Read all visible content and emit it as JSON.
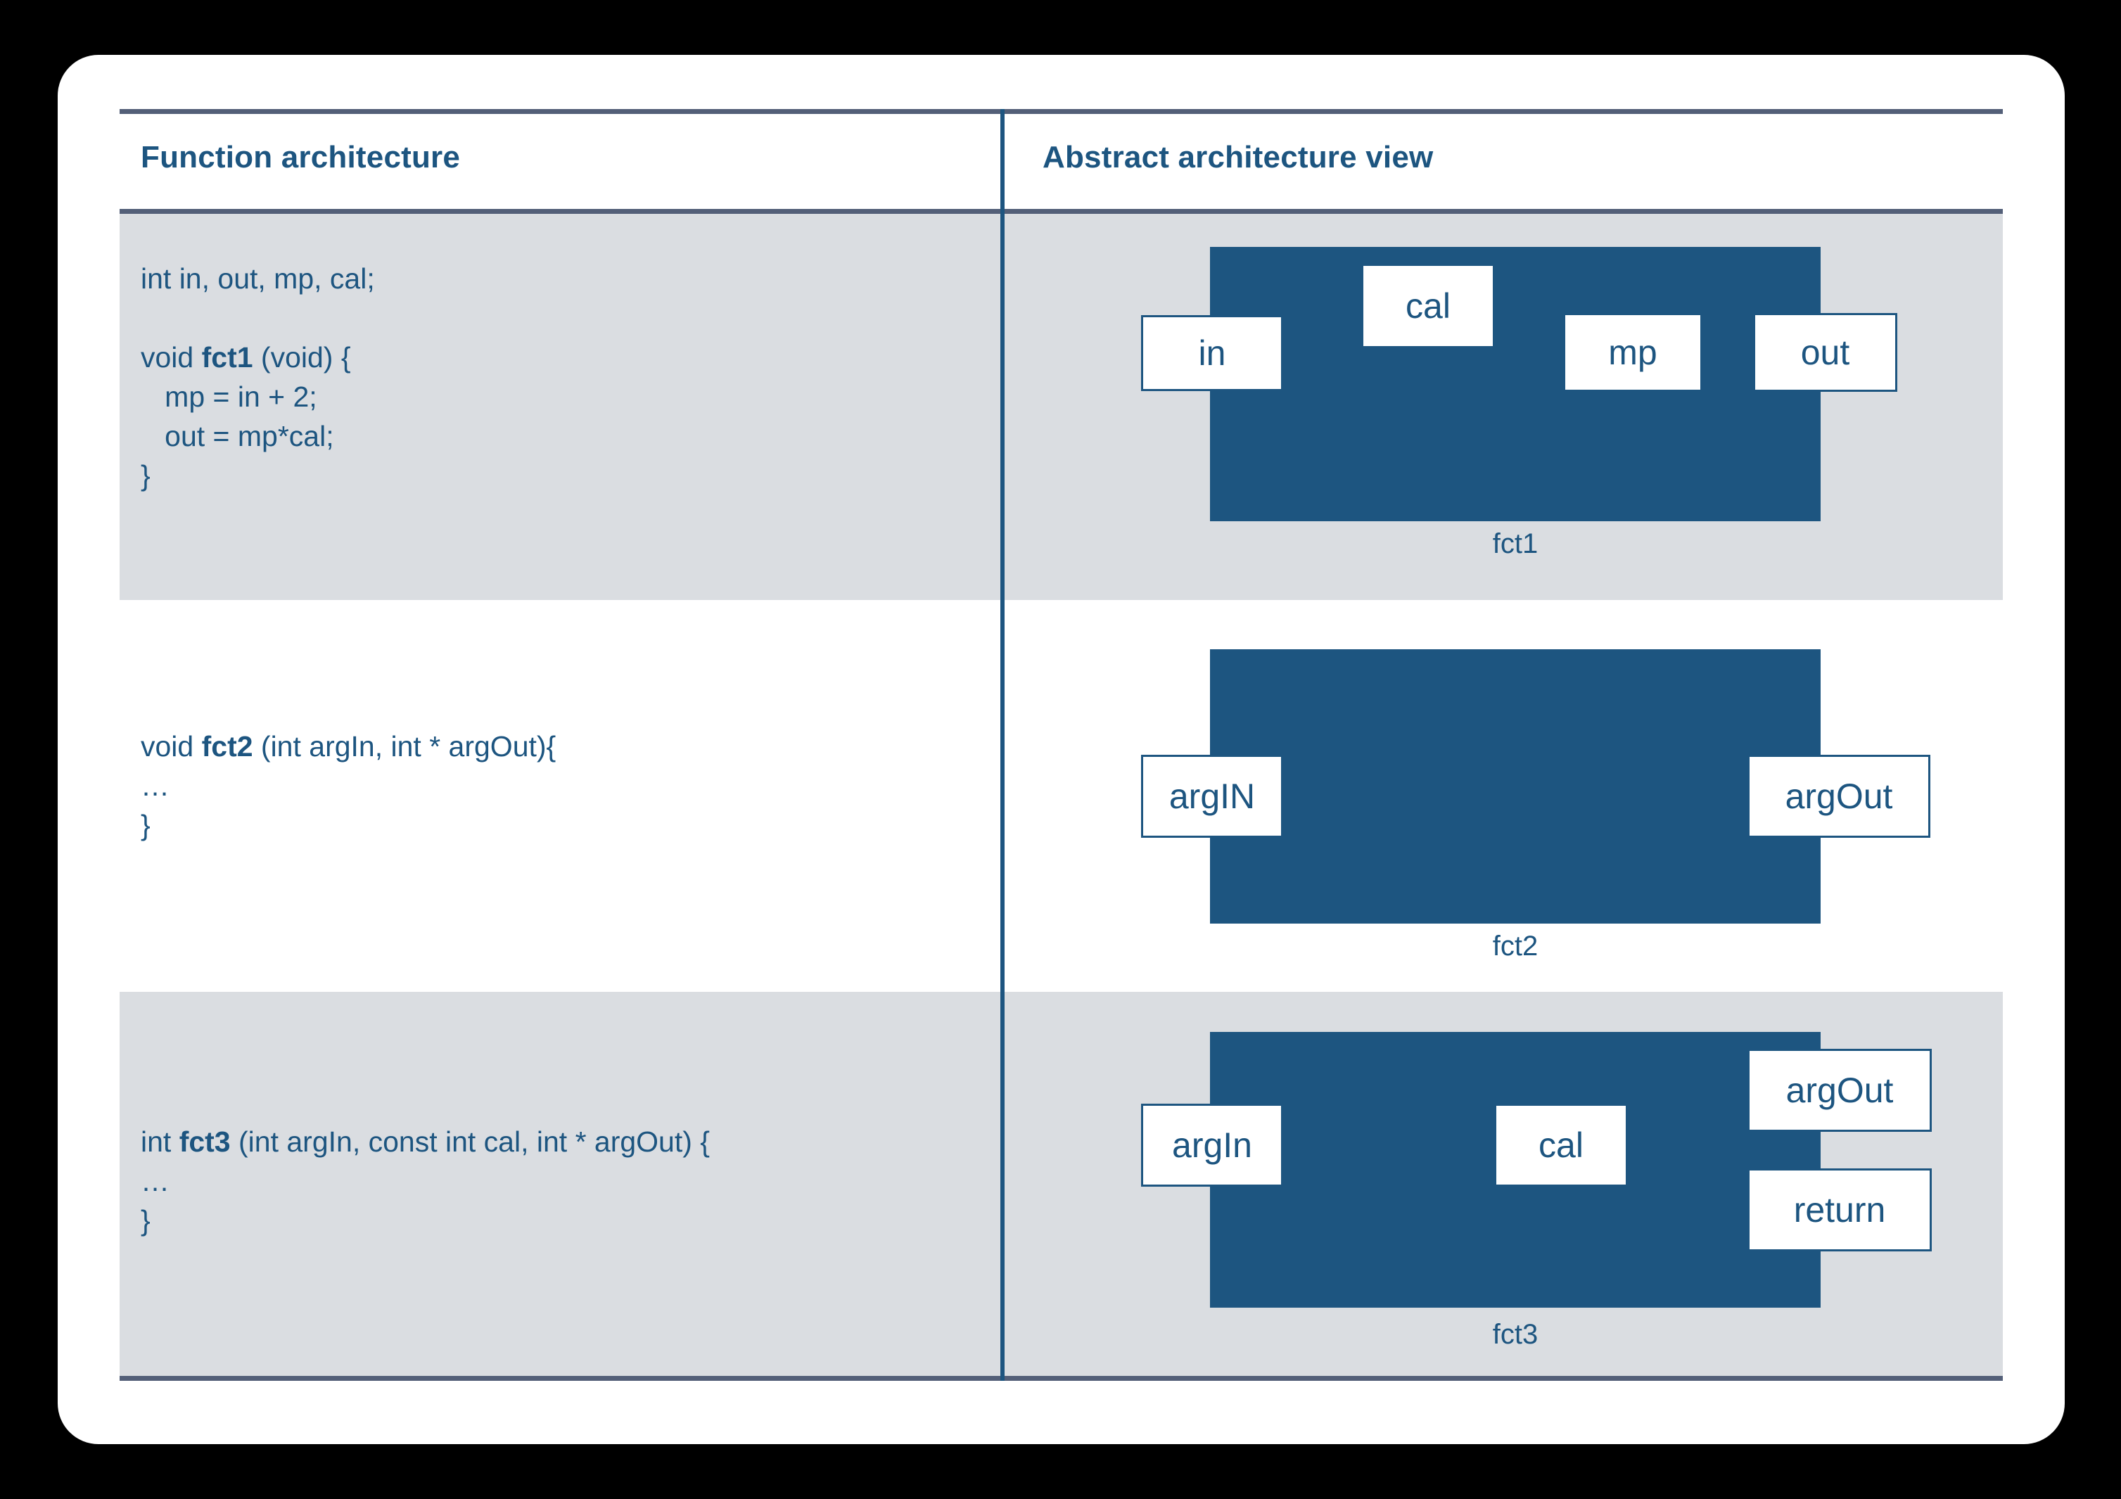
{
  "table": {
    "headers": {
      "left": "Function architecture",
      "right": "Abstract architecture view"
    },
    "rows": [
      {
        "code_line_1": "int in, out, mp, cal;",
        "code_blank": "",
        "code_line_2_pre": "void ",
        "code_line_2_name": "fct1",
        "code_line_2_post": " (void) {",
        "code_line_3": "   mp = in + 2;",
        "code_line_4": "   out = mp*cal;",
        "code_line_5": "}",
        "diagram": {
          "caption": "fct1",
          "ports": [
            {
              "label": "in"
            },
            {
              "label": "cal"
            },
            {
              "label": "mp"
            },
            {
              "label": "out"
            }
          ]
        }
      },
      {
        "code_line_1_pre": "void ",
        "code_line_1_name": "fct2",
        "code_line_1_post": " (int argIn, int * argOut){",
        "code_line_2": "…",
        "code_line_3": "}",
        "diagram": {
          "caption": "fct2",
          "ports": [
            {
              "label": "argIN"
            },
            {
              "label": "argOut"
            }
          ]
        }
      },
      {
        "code_line_1_pre": "int ",
        "code_line_1_name": "fct3",
        "code_line_1_post": " (int argIn, const int cal, int * argOut) {",
        "code_line_2": "…",
        "code_line_3": "}",
        "diagram": {
          "caption": "fct3",
          "ports": [
            {
              "label": "argIn"
            },
            {
              "label": "cal"
            },
            {
              "label": "argOut"
            },
            {
              "label": "return"
            }
          ]
        }
      }
    ]
  },
  "colors": {
    "accent_blue": "#1d5580",
    "rule_slate": "#535f78",
    "band_gray": "#dadde1",
    "card_white": "#ffffff",
    "page_black": "#000000"
  }
}
